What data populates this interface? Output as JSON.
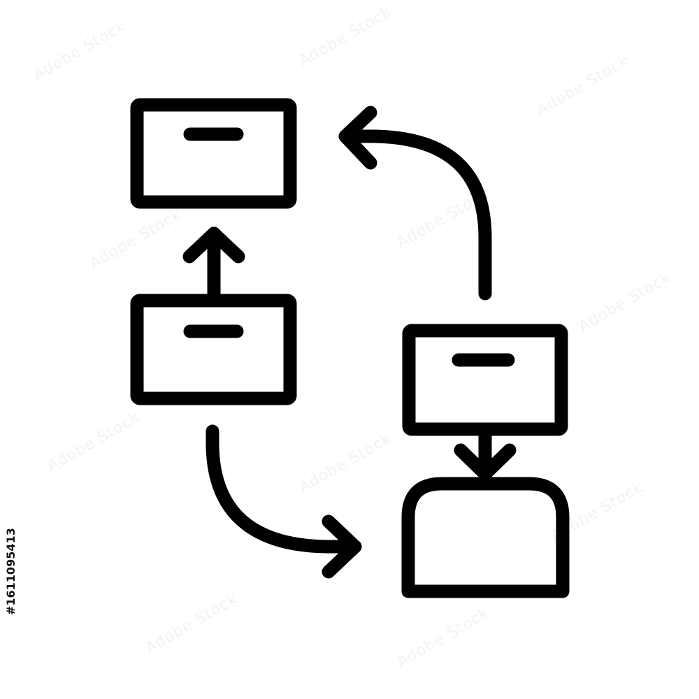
{
  "stock_id": "#1611095413",
  "watermark": "Adobe Stock",
  "colors": {
    "stroke": "#000000",
    "background": "#ffffff",
    "watermark": "#000000"
  },
  "icon": {
    "name": "process-flow-icon",
    "nodes": [
      "box-top-left",
      "box-middle-left",
      "box-right-with-stand",
      "rounded-box-bottom-right"
    ],
    "arrows": [
      "arrow-up-middle-to-top",
      "arrow-curved-right-to-top",
      "arrow-down-box-to-rounded",
      "arrow-curved-left-to-bottom-right"
    ]
  }
}
